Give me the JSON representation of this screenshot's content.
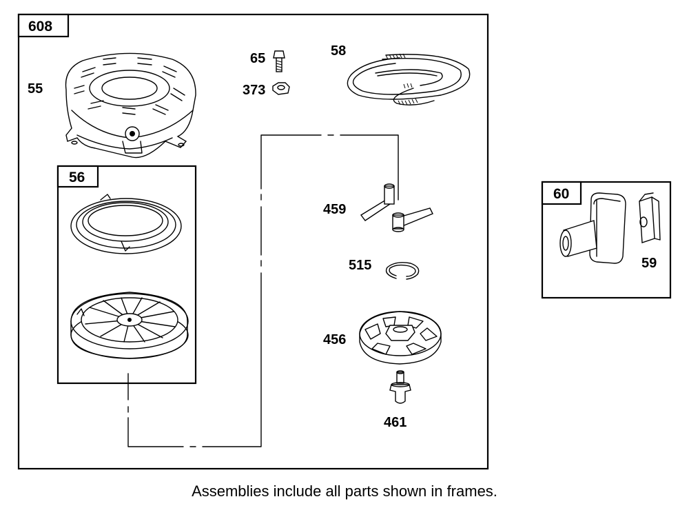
{
  "frames": {
    "main": "608",
    "recoil_sub": "56",
    "handle_kit": "60"
  },
  "parts": {
    "p55": "55",
    "p56": "56",
    "p65": "65",
    "p373": "373",
    "p58": "58",
    "p459": "459",
    "p515": "515",
    "p456": "456",
    "p461": "461",
    "p59": "59"
  },
  "caption": "Assemblies include all parts shown in frames."
}
